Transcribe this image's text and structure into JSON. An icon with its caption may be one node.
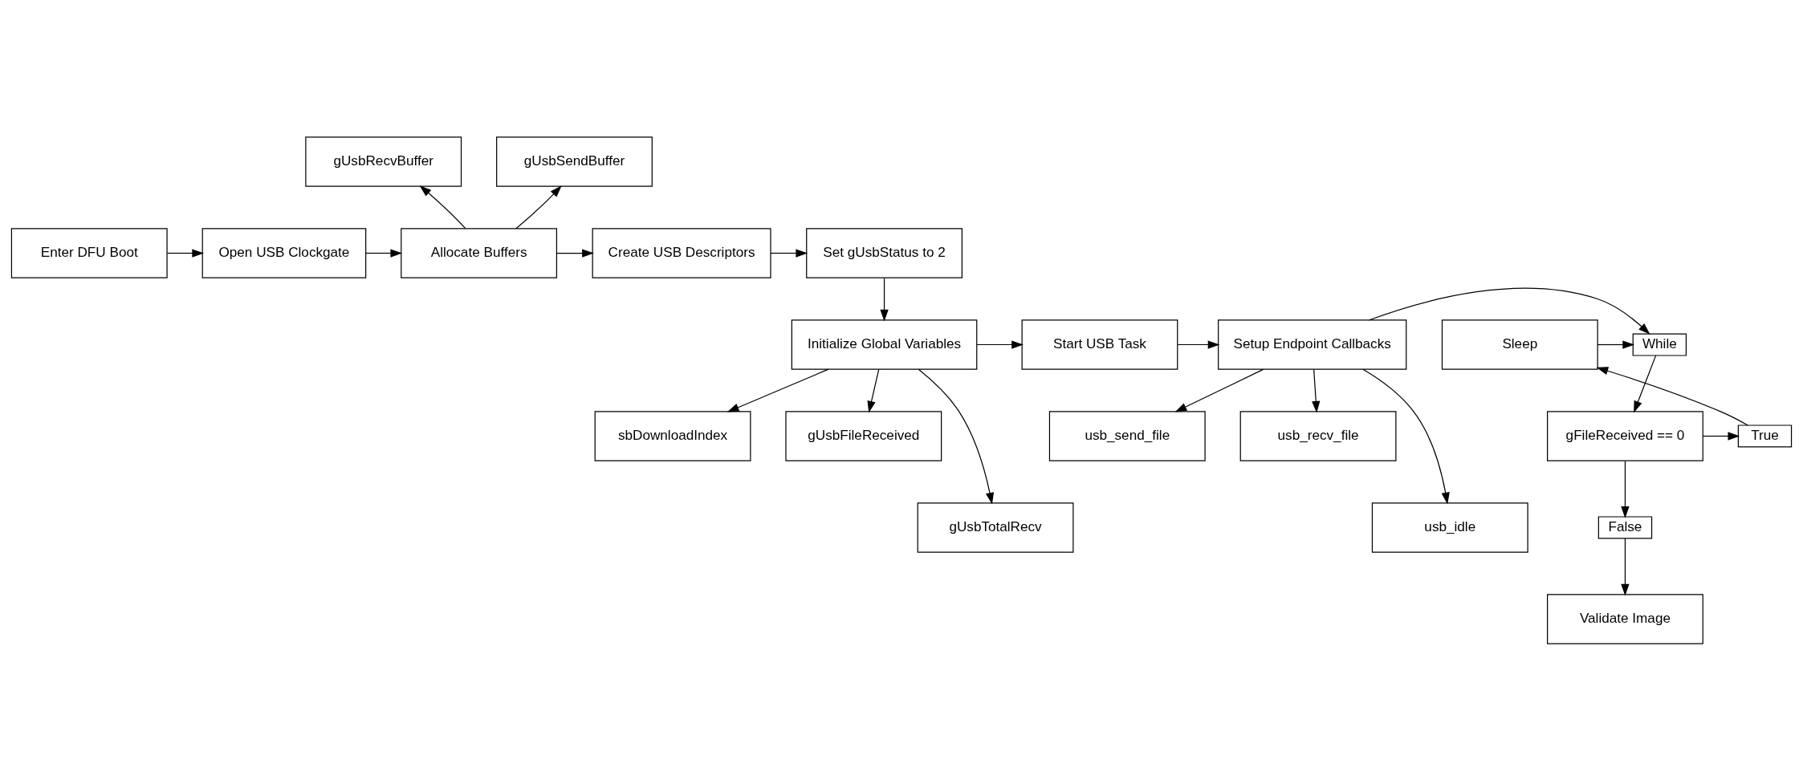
{
  "diagram": {
    "nodes": [
      {
        "text": [
          "Enter DFU Boot"
        ]
      },
      {
        "text": [
          "Open USB Clockgate"
        ]
      },
      {
        "text": [
          "gUsbRecvBuffer"
        ]
      },
      {
        "text": [
          "gUsbSendBuffer"
        ]
      },
      {
        "text": [
          "Allocate Buffers"
        ]
      },
      {
        "text": [
          "Create USB Descriptors"
        ]
      },
      {
        "text": [
          "Set gUsbStatus to 2"
        ]
      },
      {
        "text": [
          "Initialize Global Variables"
        ]
      },
      {
        "text": [
          "Start USB Task"
        ]
      },
      {
        "text": [
          "Setup Endpoint Callbacks"
        ]
      },
      {
        "text": [
          "While"
        ]
      },
      {
        "text": [
          "Sleep"
        ]
      },
      {
        "text": [
          "sbDownloadIndex"
        ]
      },
      {
        "text": [
          "gUsbFileReceived"
        ]
      },
      {
        "text": [
          "usb_send_file"
        ]
      },
      {
        "text": [
          "usb_recv_file"
        ]
      },
      {
        "text": [
          "gFileReceived == 0"
        ]
      },
      {
        "text": [
          "True"
        ]
      },
      {
        "text": [
          "gUsbTotalRecv"
        ]
      },
      {
        "text": [
          "usb_idle"
        ]
      },
      {
        "text": [
          "False"
        ]
      },
      {
        "text": [
          "Validate Image"
        ]
      }
    ],
    "edges": [
      {
        "from": 0,
        "to": 1,
        "arrow": "to"
      },
      {
        "from": 1,
        "to": 4,
        "arrow": "to"
      },
      {
        "from": 4,
        "to": 2,
        "arrow": "to"
      },
      {
        "from": 4,
        "to": 3,
        "arrow": "to"
      },
      {
        "from": 4,
        "to": 5,
        "arrow": "to"
      },
      {
        "from": 5,
        "to": 6,
        "arrow": "to"
      },
      {
        "from": 6,
        "to": 7,
        "arrow": "to"
      },
      {
        "from": 7,
        "to": 8,
        "arrow": "to"
      },
      {
        "from": 8,
        "to": 9,
        "arrow": "to"
      },
      {
        "from": 9,
        "to": 10,
        "arrow": "to"
      },
      {
        "from": 11,
        "to": 10,
        "arrow": "to"
      },
      {
        "from": 7,
        "to": 12,
        "arrow": "to"
      },
      {
        "from": 7,
        "to": 18,
        "arrow": "to"
      },
      {
        "from": 7,
        "to": 13,
        "arrow": "to"
      },
      {
        "from": 9,
        "to": 14,
        "arrow": "to"
      },
      {
        "from": 9,
        "to": 19,
        "arrow": "to"
      },
      {
        "from": 9,
        "to": 15,
        "arrow": "to"
      },
      {
        "from": 10,
        "to": 16,
        "arrow": "to"
      },
      {
        "from": 16,
        "to": 17,
        "arrow": "to"
      },
      {
        "from": 17,
        "to": 11,
        "arrow": "to"
      },
      {
        "from": 16,
        "to": 20,
        "arrow": "to"
      },
      {
        "from": 20,
        "to": 21,
        "arrow": "to"
      }
    ]
  }
}
